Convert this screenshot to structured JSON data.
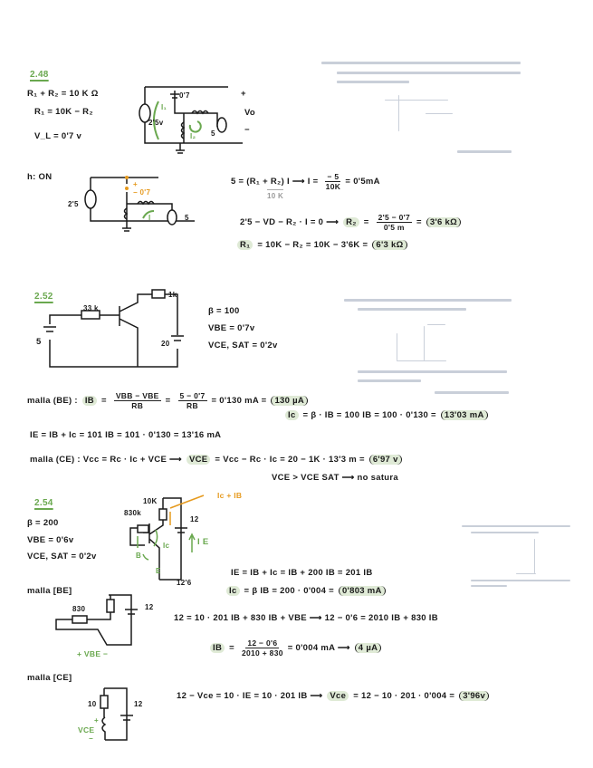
{
  "colors": {
    "highlight": "#dfead6",
    "green": "#6aa84f",
    "orange": "#e69a1e"
  },
  "ex248": {
    "title": "2.48",
    "given": [
      "R₁ + R₂ = 10 K Ω",
      "R₁ = 10K − R₂",
      "V_L = 0'7 v"
    ],
    "circuit1": {
      "diode": "0'7",
      "source": "2'5v",
      "loop1": "I₁",
      "loop2": "I₂",
      "src2": "5",
      "plus": "+",
      "out": "Vo",
      "minus": "−"
    },
    "state": "h: ON",
    "circuit2": {
      "source": "2'5",
      "diode": "− 0'7",
      "diode_plus": "+",
      "current": "I",
      "src2": "5"
    },
    "brace": "10 K",
    "eqs": [
      [
        {
          "t": "5 = (R₁ + R₂) I  ⟶  I ="
        },
        {
          "num": "− 5",
          "den": "10K"
        },
        {
          "t": "=  0'5mA"
        }
      ],
      [
        {
          "t": "2'5 − VD − R₂ · I = 0  ⟶"
        },
        {
          "t": "R₂",
          "hl": true
        },
        {
          "t": "="
        },
        {
          "num": "2'5 − 0'7",
          "den": "0'5 m"
        },
        {
          "t": "="
        },
        {
          "t": "3'6 kΩ",
          "box": true
        }
      ],
      [
        {
          "t": "R₁",
          "hl": true
        },
        {
          "t": "= 10K − R₂ = 10K − 3'6K ="
        },
        {
          "t": "6'3 kΩ",
          "box": true
        }
      ]
    ]
  },
  "ex252": {
    "title": "2.52",
    "circuit": {
      "rb": "33 k",
      "rc": "1k",
      "vbb": "5",
      "vcc": "20"
    },
    "given": [
      "β = 100",
      "VBE = 0'7v",
      "VCE, SAT = 0'2v"
    ],
    "eqs": [
      [
        {
          "t": "malla (BE) :"
        },
        {
          "t": "IB",
          "hl": true
        },
        {
          "t": "="
        },
        {
          "num": "VBB − VBE",
          "den": "RB"
        },
        {
          "t": "="
        },
        {
          "num": "5 − 0'7",
          "den": "RB"
        },
        {
          "t": "= 0'130 mA ="
        },
        {
          "t": "130 µA",
          "box": true
        }
      ],
      [
        {
          "t": "Ic",
          "hl": true
        },
        {
          "t": "= β · IB = 100 IB = 100 · 0'130 ="
        },
        {
          "t": "13'03 mA",
          "box": true
        }
      ],
      [
        {
          "t": "IE = IB + Ic = 101 IB = 101 · 0'130 = 13'16 mA"
        }
      ],
      [
        {
          "t": "malla (CE) :  Vcc = Rc · Ic + VCE  ⟶"
        },
        {
          "t": "VCE",
          "hl": true
        },
        {
          "t": "= Vcc − Rc · Ic = 20 − 1K · 13'3 m ="
        },
        {
          "t": "6'97 v",
          "box": true
        }
      ],
      [
        {
          "t": "VCE > VCE SAT  ⟶  no satura"
        }
      ]
    ]
  },
  "ex254": {
    "title": "2.54",
    "given": [
      "β = 200",
      "VBE = 0'6v",
      "VCE, SAT = 0'2v"
    ],
    "circuit": {
      "rc": "10K",
      "rb": "830k",
      "vcc": "12",
      "ie": "I E",
      "ic_ib": "Ic + IB",
      "b": "B",
      "e": "E",
      "ic": "Ic",
      "note": "12'6"
    },
    "malla_be": "malla [BE]",
    "circuit_be": {
      "r": "830",
      "v": "12",
      "vbe": "+ VBE −"
    },
    "malla_ce": "malla [CE]",
    "circuit_ce": {
      "r": "10",
      "v": "12",
      "vce": "VCE",
      "plus": "+",
      "minus": "−"
    },
    "eqs": [
      [
        {
          "t": "IE = IB + Ic = IB + 200 IB = 201 IB"
        }
      ],
      [
        {
          "t": "Ic",
          "hl": true
        },
        {
          "t": "= β IB = 200 · 0'004 ="
        },
        {
          "t": "0'803 mA",
          "box": true
        }
      ],
      [
        {
          "t": "12 = 10 · 201 IB + 830 IB + VBE  ⟶  12 − 0'6 = 2010 IB + 830 IB"
        }
      ],
      [
        {
          "t": "IB",
          "hl": true
        },
        {
          "t": "="
        },
        {
          "num": "12 − 0'6",
          "den": "2010 + 830"
        },
        {
          "t": "= 0'004 mA  ⟶"
        },
        {
          "t": "4 µA",
          "box": true
        }
      ],
      [
        {
          "t": "12 − Vce = 10 · IE = 10 · 201 IB  ⟶"
        },
        {
          "t": "Vce",
          "hl": true
        },
        {
          "t": "= 12 − 10 · 201 · 0'004 ="
        },
        {
          "t": "3'96v",
          "box": true
        }
      ]
    ]
  }
}
